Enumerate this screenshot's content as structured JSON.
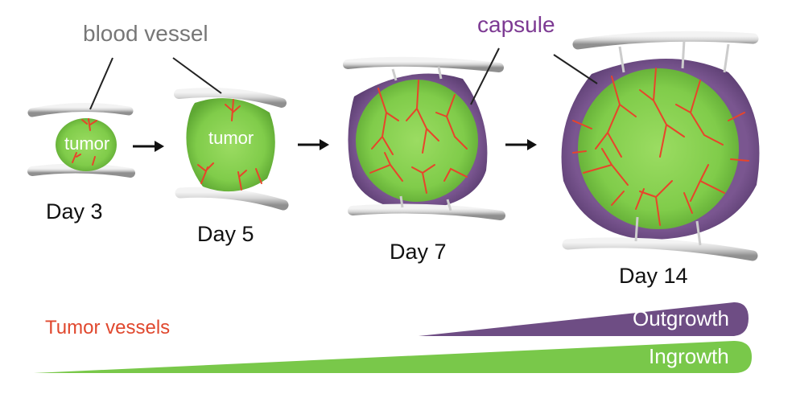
{
  "labels": {
    "blood_vessel": "blood vessel",
    "capsule": "capsule",
    "tumor_small": "tumor",
    "tumor_medium": "tumor",
    "tumor_vessels": "Tumor vessels",
    "outgrowth": "Outgrowth",
    "ingrowth": "Ingrowth"
  },
  "stages": [
    {
      "day": "Day 3"
    },
    {
      "day": "Day 5"
    },
    {
      "day": "Day 7"
    },
    {
      "day": "Day 14"
    }
  ],
  "colors": {
    "tumor": "#86d14e",
    "capsule": "#6e4d84",
    "vessel_red": "#e8442a",
    "vessel_gray": "#c9c9c9",
    "callout_gray": "#777777",
    "capsule_text": "#7d3a93",
    "tumor_vessels_text": "#e0482e",
    "outgrowth_bar": "#6e4d84",
    "ingrowth_bar": "#79c84a"
  }
}
